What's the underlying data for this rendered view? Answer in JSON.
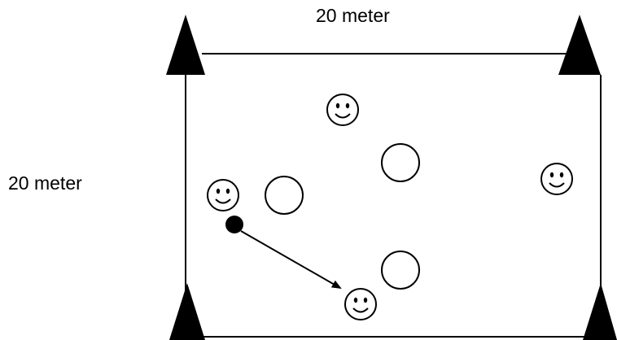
{
  "labels": {
    "width": "20 meter",
    "height": "20 meter"
  },
  "field": {
    "cones": [
      "cone-top-left",
      "cone-top-right",
      "cone-bottom-left",
      "cone-bottom-right"
    ],
    "players": [
      "player-top",
      "player-left",
      "player-right",
      "player-bottom"
    ],
    "markers": [
      "marker-1",
      "marker-2",
      "marker-3"
    ],
    "ball": "ball",
    "pass": "pass-arrow"
  },
  "colors": {
    "line": "#000000",
    "fill": "#ffffff"
  }
}
